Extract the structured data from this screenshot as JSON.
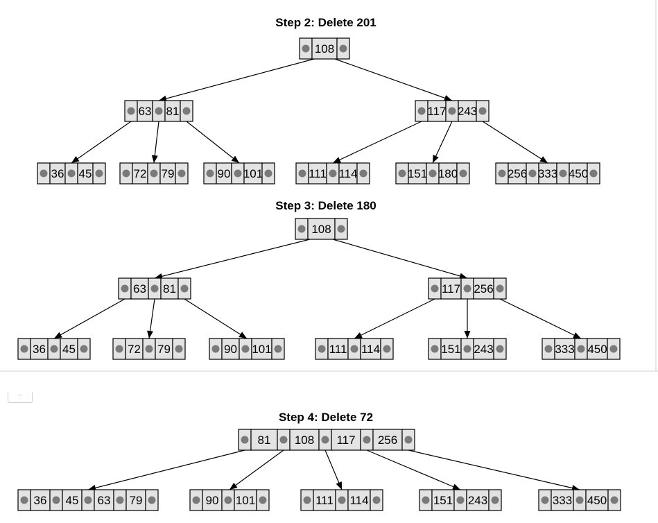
{
  "steps": [
    {
      "title": "Step 2: Delete 201",
      "root": [
        "108"
      ],
      "internal": [
        [
          "63",
          "81"
        ],
        [
          "117",
          "243"
        ]
      ],
      "leaves": [
        [
          "36",
          "45"
        ],
        [
          "72",
          "79"
        ],
        [
          "90",
          "101"
        ],
        [
          "111",
          "114"
        ],
        [
          "151",
          "180"
        ],
        [
          "256",
          "333",
          "450"
        ]
      ],
      "children": [
        [
          0,
          1,
          2
        ],
        [
          3,
          4,
          5
        ]
      ]
    },
    {
      "title": "Step 3: Delete 180",
      "root": [
        "108"
      ],
      "internal": [
        [
          "63",
          "81"
        ],
        [
          "117",
          "256"
        ]
      ],
      "leaves": [
        [
          "36",
          "45"
        ],
        [
          "72",
          "79"
        ],
        [
          "90",
          "101"
        ],
        [
          "111",
          "114"
        ],
        [
          "151",
          "243"
        ],
        [
          "333",
          "450"
        ]
      ],
      "children": [
        [
          0,
          1,
          2
        ],
        [
          3,
          4,
          5
        ]
      ]
    },
    {
      "title": "Step 4: Delete 72",
      "root": [
        "81",
        "108",
        "117",
        "256"
      ],
      "internal": [],
      "leaves": [
        [
          "36",
          "45",
          "63",
          "79"
        ],
        [
          "90",
          "101"
        ],
        [
          "111",
          "114"
        ],
        [
          "151",
          "243"
        ],
        [
          "333",
          "450"
        ]
      ],
      "children": []
    }
  ],
  "colors": {
    "cell_fill": "#e3e3e3",
    "pointer_dot": "#7a7a7a",
    "line": "#000000"
  }
}
